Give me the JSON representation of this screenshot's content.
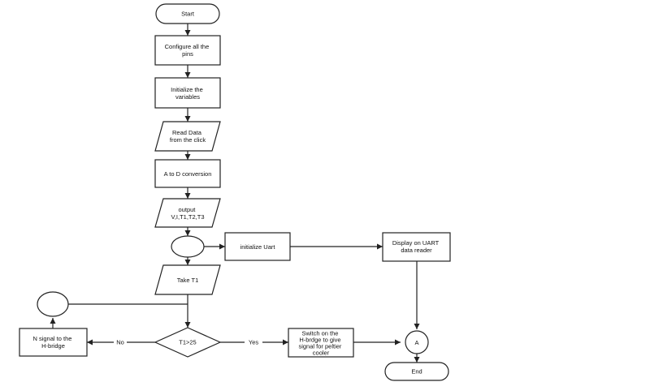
{
  "nodes": {
    "start": {
      "label": [
        "Start"
      ]
    },
    "configure": {
      "label": [
        "Configure all the",
        "pins"
      ]
    },
    "initialize_vars": {
      "label": [
        "Initialize the",
        "variables"
      ]
    },
    "read_data": {
      "label": [
        "Read Data",
        "from the click"
      ]
    },
    "adc": {
      "label": [
        "A to D conversion"
      ]
    },
    "output": {
      "label": [
        "output",
        "V,I,T1,T2,T3"
      ]
    },
    "junction_1": {
      "label": []
    },
    "init_uart": {
      "label": [
        "initialize Uart"
      ]
    },
    "display_uart": {
      "label": [
        "Display on UART",
        "data reader"
      ]
    },
    "take_t1": {
      "label": [
        "Take T1"
      ]
    },
    "decision": {
      "label": [
        "T1>25"
      ]
    },
    "loop_junction": {
      "label": []
    },
    "n_signal": {
      "label": [
        "N signal to the",
        "H-bridge"
      ]
    },
    "switch_on": {
      "label": [
        "Switch on the",
        "H-brdge to give",
        "signal for peltier",
        "cooler"
      ]
    },
    "connector_a": {
      "label": [
        "A"
      ]
    },
    "end": {
      "label": [
        "End"
      ]
    }
  },
  "edges": {
    "no_label": "No",
    "yes_label": "Yes"
  }
}
